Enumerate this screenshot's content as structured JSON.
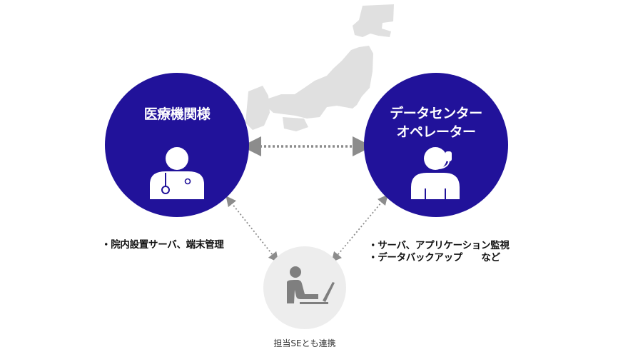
{
  "colors": {
    "node_fill": "#21129a",
    "map_fill": "#e0e0e0",
    "se_circle_fill": "#ededed",
    "se_icon_fill": "#7f7f7f",
    "arrow": "#8c8c8c"
  },
  "nodes": {
    "medical": {
      "title": "医療機関様",
      "icon": "doctor-icon"
    },
    "operator": {
      "title_line1": "データセンター",
      "title_line2": "オペレーター",
      "icon": "operator-headset-icon"
    },
    "se": {
      "icon": "person-laptop-icon",
      "caption": "担当SEとも連携"
    }
  },
  "notes": {
    "medical": "・院内設置サーバ、端末管理",
    "operator_line1": "・サーバ、アプリケーション監視",
    "operator_line2": "・データバックアップ　　など"
  }
}
